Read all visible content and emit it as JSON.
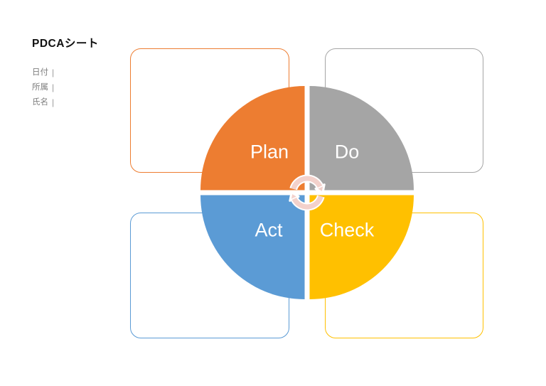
{
  "page": {
    "background_color": "#FFFFFF",
    "title": "PDCAシート"
  },
  "header": {
    "meta_fields": [
      {
        "label": "日付",
        "separator": "|",
        "value": ""
      },
      {
        "label": "所属",
        "separator": "|",
        "value": ""
      },
      {
        "label": "氏名",
        "separator": "|",
        "value": ""
      }
    ]
  },
  "diagram": {
    "type": "pdca-cycle",
    "label_color": "#FFFFFF",
    "quadrants": [
      {
        "id": "plan",
        "label": "Plan",
        "color": "#ED7D31",
        "position": "top-left"
      },
      {
        "id": "do",
        "label": "Do",
        "color": "#A5A5A5",
        "position": "top-right"
      },
      {
        "id": "check",
        "label": "Check",
        "color": "#FFC000",
        "position": "bottom-right"
      },
      {
        "id": "act",
        "label": "Act",
        "color": "#5B9BD5",
        "position": "bottom-left"
      }
    ],
    "center_icon": {
      "name": "cycle-arrows-icon",
      "color": "#F3D1CB",
      "outline_color": "#FFFFFF"
    }
  },
  "note_boxes": [
    {
      "id": "plan-notes",
      "border_color": "#ED7D31",
      "content": ""
    },
    {
      "id": "do-notes",
      "border_color": "#A5A5A5",
      "content": ""
    },
    {
      "id": "act-notes",
      "border_color": "#5B9BD5",
      "content": ""
    },
    {
      "id": "check-notes",
      "border_color": "#FFC000",
      "content": ""
    }
  ]
}
